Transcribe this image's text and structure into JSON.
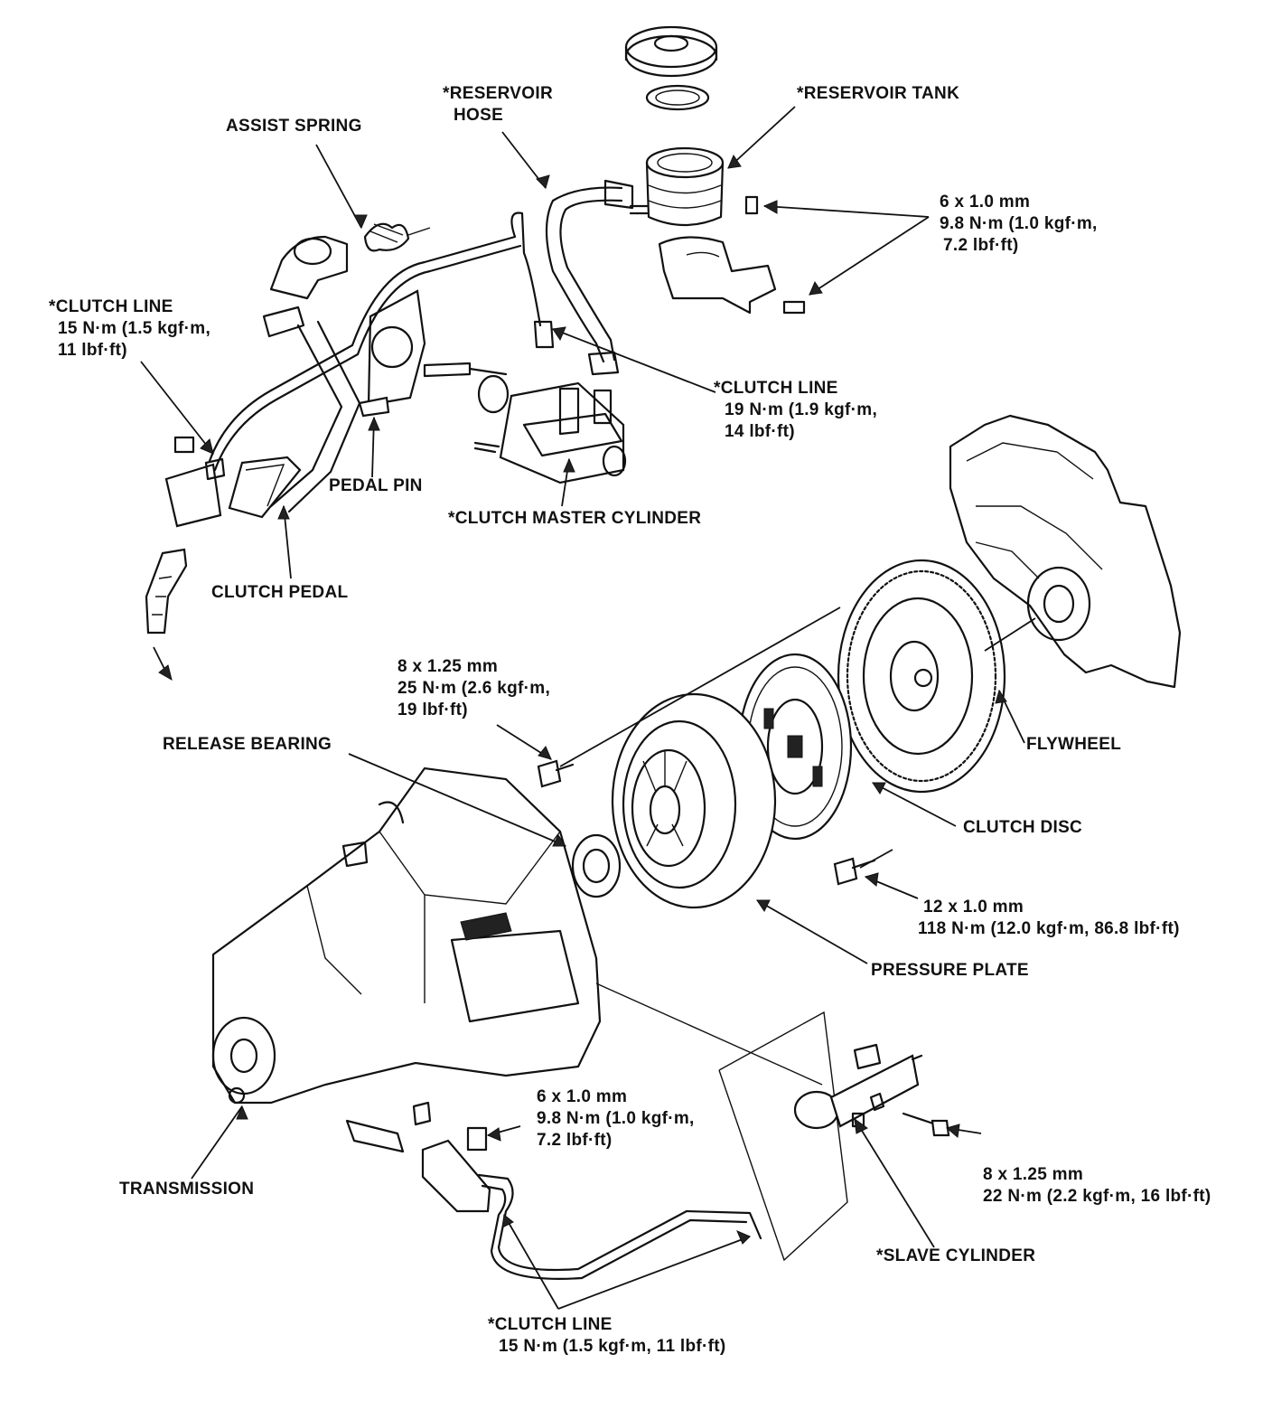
{
  "colors": {
    "ink": "#111111",
    "background": "#ffffff"
  },
  "labels": {
    "reservoir_hose": [
      "*RESERVOIR",
      "HOSE"
    ],
    "reservoir_tank": [
      "*RESERVOIR TANK"
    ],
    "assist_spring": [
      "ASSIST SPRING"
    ],
    "tank_bolt_spec": [
      "6 x 1.0 mm",
      "9.8 N·m (1.0 kgf·m,",
      "7.2 lbf·ft)"
    ],
    "clutch_line_upper_left": [
      "*CLUTCH LINE",
      "15 N·m (1.5 kgf·m,",
      "11 lbf·ft)"
    ],
    "clutch_line_master": [
      "*CLUTCH LINE",
      "19 N·m (1.9 kgf·m,",
      "14 lbf·ft)"
    ],
    "pedal_pin": [
      "PEDAL PIN"
    ],
    "clutch_master_cylinder": [
      "*CLUTCH MASTER CYLINDER"
    ],
    "clutch_pedal": [
      "CLUTCH PEDAL"
    ],
    "pressure_plate_bolt_spec": [
      "8 x 1.25 mm",
      "25 N·m (2.6 kgf·m,",
      "19 lbf·ft)"
    ],
    "release_bearing": [
      "RELEASE BEARING"
    ],
    "flywheel": [
      "FLYWHEEL"
    ],
    "clutch_disc": [
      "CLUTCH DISC"
    ],
    "flywheel_bolt_spec": [
      "12 x 1.0 mm",
      "118 N·m (12.0 kgf·m, 86.8 lbf·ft)"
    ],
    "pressure_plate": [
      "PRESSURE PLATE"
    ],
    "bracket_bolt_spec": [
      "6 x 1.0 mm",
      "9.8 N·m (1.0 kgf·m,",
      "7.2 lbf·ft)"
    ],
    "transmission": [
      "TRANSMISSION"
    ],
    "slave_bolt_spec": [
      "8 x 1.25 mm",
      "22 N·m (2.2 kgf·m, 16 lbf·ft)"
    ],
    "slave_cylinder": [
      "*SLAVE CYLINDER"
    ],
    "clutch_line_lower": [
      "*CLUTCH LINE",
      "15 N·m (1.5 kgf·m, 11 lbf·ft)"
    ]
  }
}
